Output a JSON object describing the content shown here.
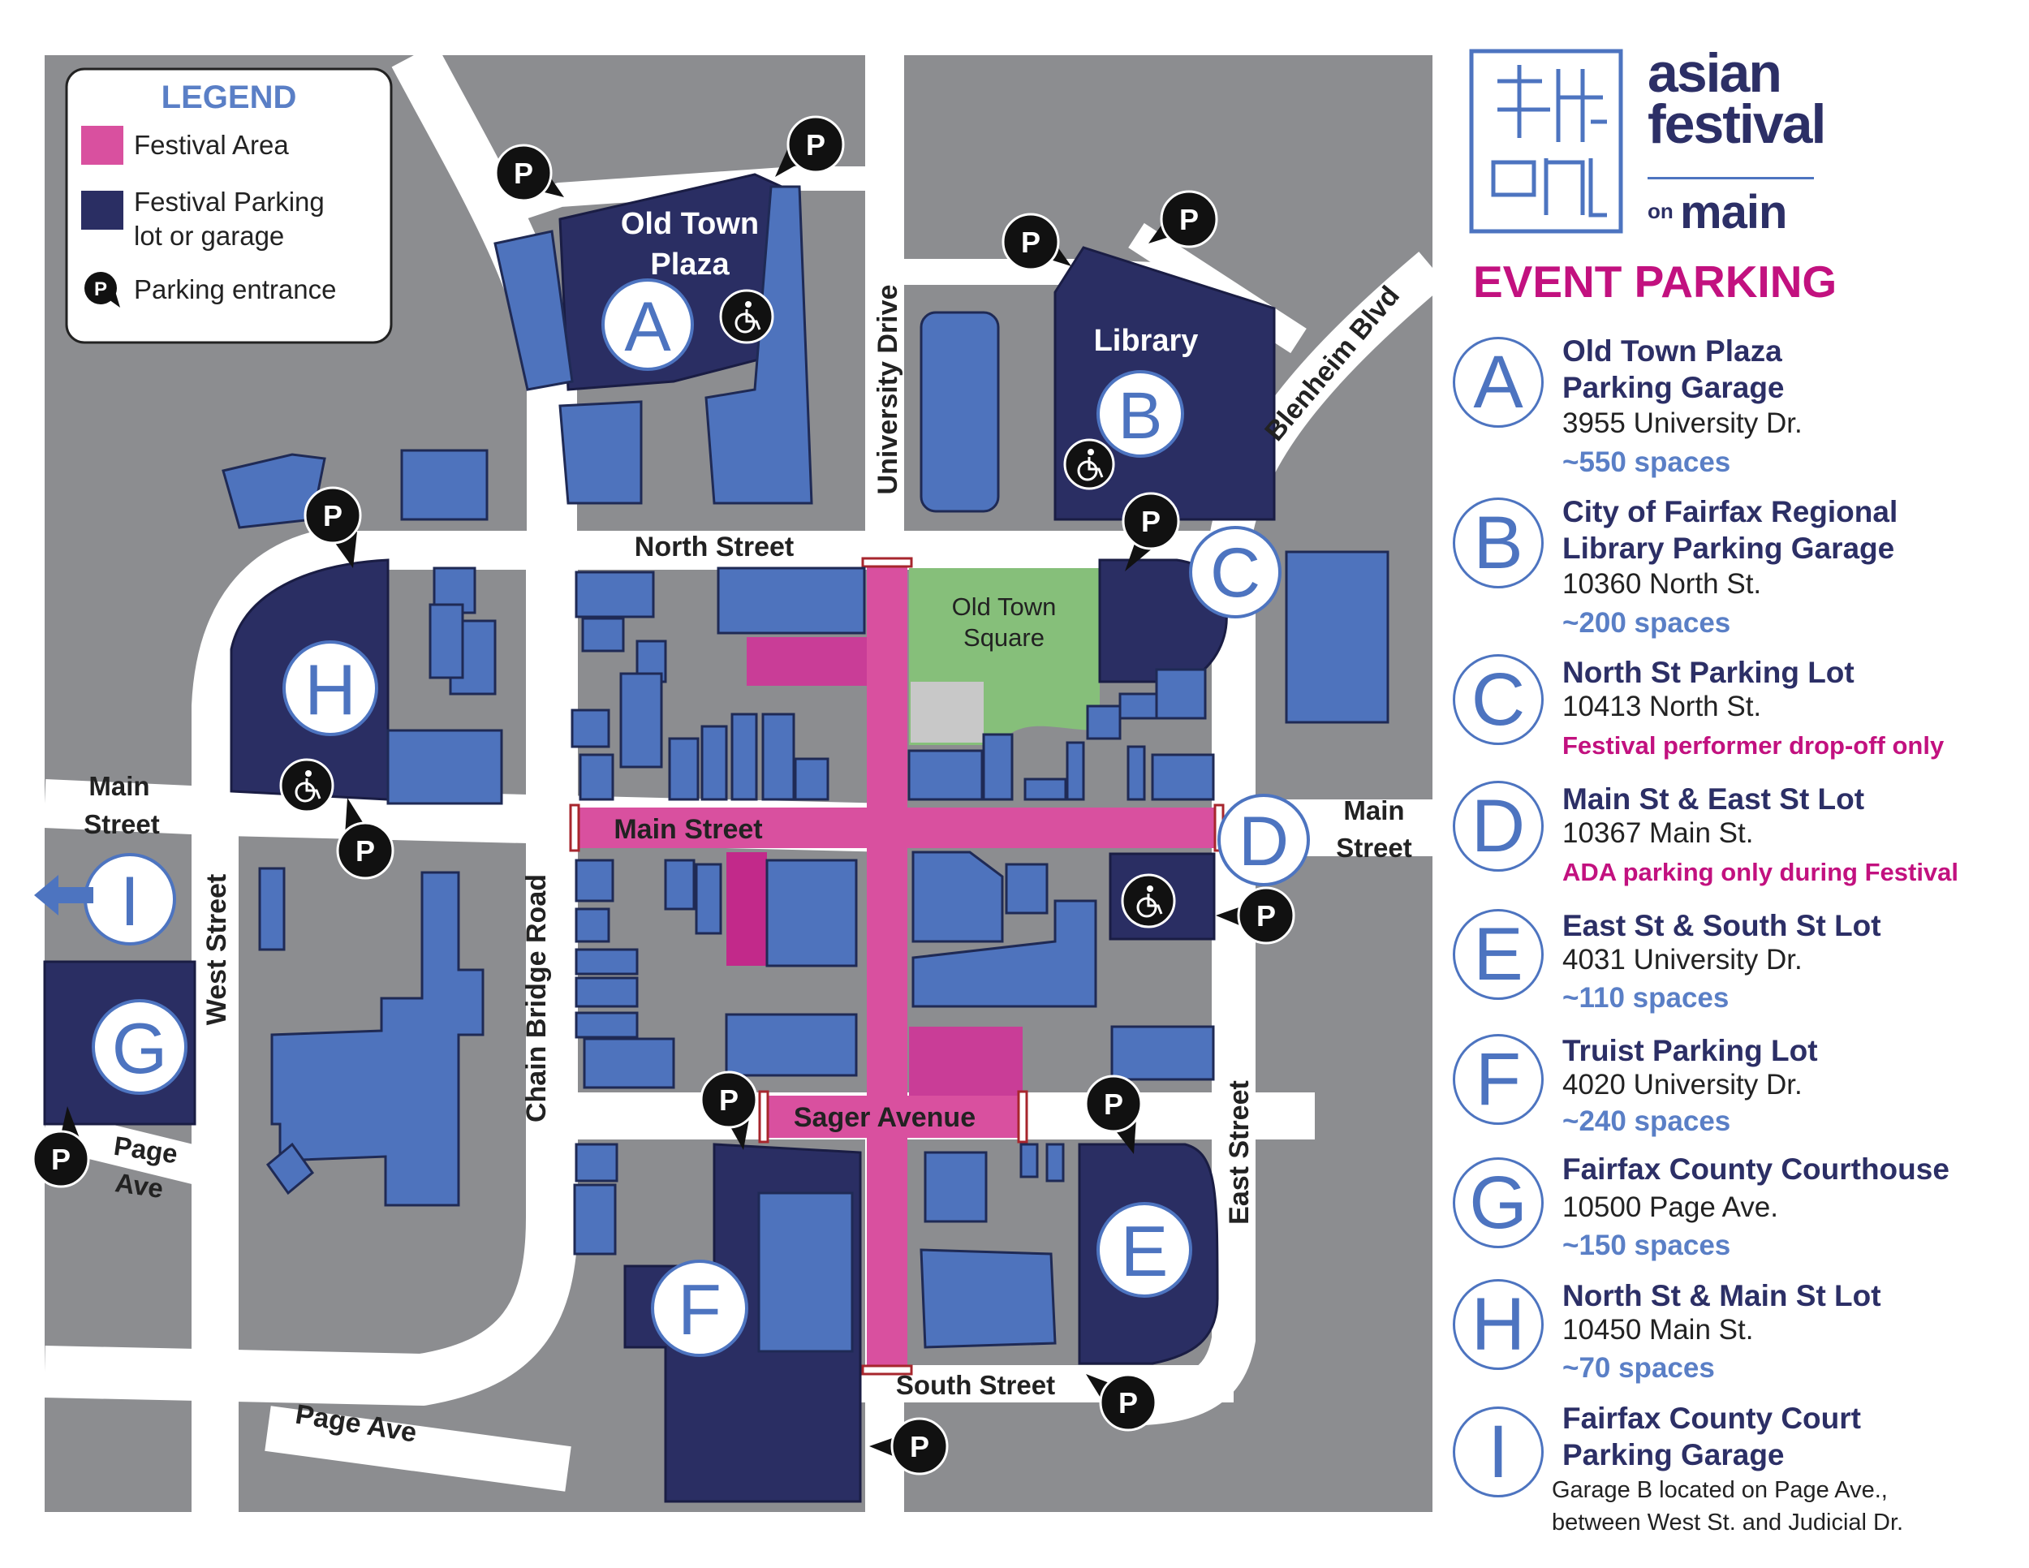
{
  "legend": {
    "title": "LEGEND",
    "items": [
      {
        "label": "Festival Area",
        "color": "#d9509f"
      },
      {
        "label_lines": [
          "Festival Parking",
          "lot or garage"
        ],
        "color": "#2a2e63"
      },
      {
        "label": "Parking entrance",
        "icon": "parking-pin-icon"
      }
    ]
  },
  "colors": {
    "road": "#ffffff",
    "block": "#8c8d90",
    "building": "#4e73bd",
    "parking": "#2a2e63",
    "festival": "#d9509f",
    "square": "#86bf7a",
    "brand_blue": "#2c2f66",
    "accent_pink": "#c2117f",
    "light_blue": "#5a7fc6"
  },
  "streets": {
    "north": "North Street",
    "main": "Main Street",
    "sager": "Sager Avenue",
    "south": "South Street",
    "university": "University Drive",
    "chain_bridge": "Chain Bridge Road",
    "west": "West Street",
    "east": "East Street",
    "blenheim": "Blenheim Blvd",
    "main_west": [
      "Main",
      "Street"
    ],
    "main_east": [
      "Main",
      "Street"
    ],
    "page_ave_short": [
      "Page",
      "Ave"
    ],
    "page_ave": "Page Ave"
  },
  "places": {
    "old_town_plaza": [
      "Old Town",
      "Plaza"
    ],
    "library": "Library",
    "old_town_square": [
      "Old Town",
      "Square"
    ]
  },
  "lot_markers": [
    "A",
    "B",
    "C",
    "D",
    "E",
    "F",
    "G",
    "H",
    "I"
  ],
  "parking_symbol": "P",
  "brand": {
    "line1": "asian",
    "line2": "festival",
    "on": "on",
    "main": "main"
  },
  "event_parking_title": "EVENT PARKING",
  "lots": [
    {
      "letter": "A",
      "name": [
        "Old Town Plaza",
        "Parking Garage"
      ],
      "address": "3955 University Dr.",
      "note": "~550 spaces"
    },
    {
      "letter": "B",
      "name": [
        "City of Fairfax Regional",
        "Library Parking Garage"
      ],
      "address": "10360 North St.",
      "note": "~200 spaces"
    },
    {
      "letter": "C",
      "name": [
        "North St Parking Lot"
      ],
      "address": "10413 North St.",
      "note": "Festival performer drop-off only"
    },
    {
      "letter": "D",
      "name": [
        "Main St & East St Lot"
      ],
      "address": "10367 Main St.",
      "note": "ADA parking only during Festival"
    },
    {
      "letter": "E",
      "name": [
        "East St & South St Lot"
      ],
      "address": "4031 University Dr.",
      "note": "~110 spaces"
    },
    {
      "letter": "F",
      "name": [
        "Truist Parking Lot"
      ],
      "address": "4020 University Dr.",
      "note": "~240 spaces"
    },
    {
      "letter": "G",
      "name": [
        "Fairfax County Courthouse"
      ],
      "address": "10500 Page Ave.",
      "note": "~150 spaces"
    },
    {
      "letter": "H",
      "name": [
        "North St & Main St Lot"
      ],
      "address": "10450 Main St.",
      "note": "~70 spaces"
    },
    {
      "letter": "I",
      "name": [
        "Fairfax County Court",
        "Parking Garage"
      ],
      "address_lines": [
        "Garage B located on Page Ave.,",
        "between West St. and Judicial Dr."
      ]
    }
  ]
}
